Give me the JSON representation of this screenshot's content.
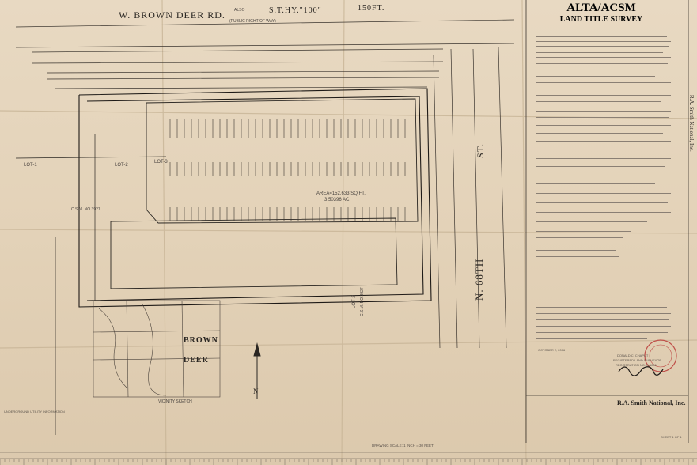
{
  "survey": {
    "title": "ALTA/ACSM",
    "subtitle": "LAND TITLE SURVEY",
    "firm": "R.A. Smith National, Inc.",
    "surveyor_name": "DONALD C. CHAPUT",
    "surveyor_role": "REGISTERED LAND SURVEYOR",
    "surveyor_reg": "REGISTRATION NO. S-1251",
    "date_label": "OCTOBER 2, 2006",
    "sheet_label": "SHEET 1 OF 1",
    "vertical_firm": "R.A. Smith National, Inc."
  },
  "plan": {
    "road_north": "W. BROWN DEER RD.",
    "road_north_also": "ALSO",
    "road_north_hwy": "S.T.HY.\"100\"",
    "road_north_width": "150FT.",
    "road_east": "N. 68TH",
    "road_east_st": "ST.",
    "row_label": "(PUBLIC RIGHT OF WAY)",
    "area_label": "AREA=152,633 SQ.FT.",
    "area_acres": "3.50396 AC.",
    "lot1": "LOT-1",
    "lot2": "LOT-2",
    "lot3": "LOT-3",
    "lot_east": "LOT-2",
    "csm_west": "C.S.M. NO.3927",
    "csm_east": "C.S.M. NO.3927",
    "north_arrow": "N",
    "vicinity_label": "VICINITY SKETCH",
    "vicinity_brown": "BROWN",
    "vicinity_deer": "DEER",
    "drawing_scale": "DRAWING SCALE: 1 INCH = 30 FEET",
    "legend_title": "UNDERGROUND UTILITY INFORMATION"
  },
  "colors": {
    "paper": "#e4d3b9",
    "ink": "#2a2622",
    "seal_red": "#c0504a"
  }
}
